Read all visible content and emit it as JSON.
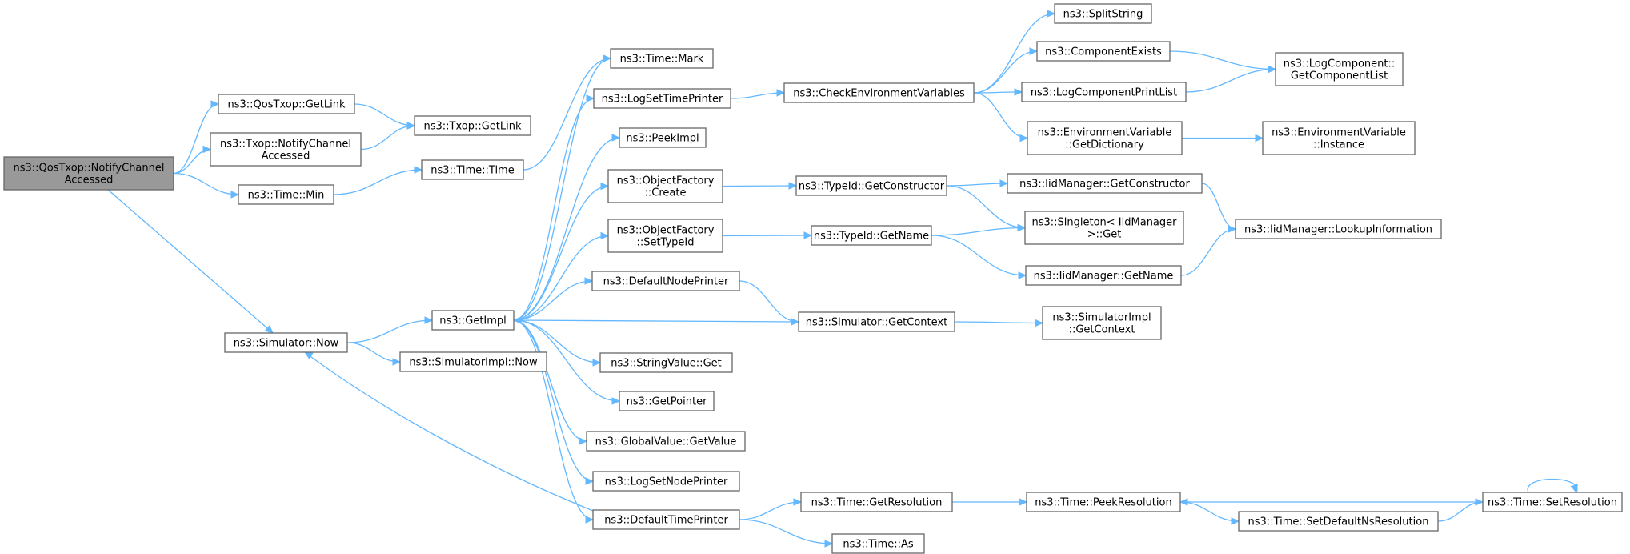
{
  "colors": {
    "edge": "#63b8ff",
    "node_border": "#666666",
    "root_fill": "#999999",
    "node_fill": "#ffffff"
  },
  "nodes": [
    {
      "id": "root",
      "lines": [
        "ns3::QosTxop::NotifyChannel",
        "Accessed"
      ],
      "root": true
    },
    {
      "id": "qos_getlink",
      "lines": [
        "ns3::QosTxop::GetLink"
      ]
    },
    {
      "id": "txop_notify",
      "lines": [
        "ns3::Txop::NotifyChannel",
        "Accessed"
      ]
    },
    {
      "id": "time_min",
      "lines": [
        "ns3::Time::Min"
      ]
    },
    {
      "id": "sim_now",
      "lines": [
        "ns3::Simulator::Now"
      ]
    },
    {
      "id": "txop_getlink",
      "lines": [
        "ns3::Txop::GetLink"
      ]
    },
    {
      "id": "time_time",
      "lines": [
        "ns3::Time::Time"
      ]
    },
    {
      "id": "getimpl",
      "lines": [
        "ns3::GetImpl"
      ]
    },
    {
      "id": "simimpl_now",
      "lines": [
        "ns3::SimulatorImpl::Now"
      ]
    },
    {
      "id": "time_mark",
      "lines": [
        "ns3::Time::Mark"
      ]
    },
    {
      "id": "logsettime",
      "lines": [
        "ns3::LogSetTimePrinter"
      ]
    },
    {
      "id": "peekimpl",
      "lines": [
        "ns3::PeekImpl"
      ]
    },
    {
      "id": "of_create",
      "lines": [
        "ns3::ObjectFactory",
        "::Create"
      ]
    },
    {
      "id": "of_settypeid",
      "lines": [
        "ns3::ObjectFactory",
        "::SetTypeId"
      ]
    },
    {
      "id": "defnodeprinter",
      "lines": [
        "ns3::DefaultNodePrinter"
      ]
    },
    {
      "id": "stringvalue_get",
      "lines": [
        "ns3::StringValue::Get"
      ]
    },
    {
      "id": "getpointer",
      "lines": [
        "ns3::GetPointer"
      ]
    },
    {
      "id": "gv_getvalue",
      "lines": [
        "ns3::GlobalValue::GetValue"
      ]
    },
    {
      "id": "logsetnode",
      "lines": [
        "ns3::LogSetNodePrinter"
      ]
    },
    {
      "id": "deftimeprinter",
      "lines": [
        "ns3::DefaultTimePrinter"
      ]
    },
    {
      "id": "checkenv",
      "lines": [
        "ns3::CheckEnvironmentVariables"
      ]
    },
    {
      "id": "typeid_getctor",
      "lines": [
        "ns3::TypeId::GetConstructor"
      ]
    },
    {
      "id": "typeid_getname",
      "lines": [
        "ns3::TypeId::GetName"
      ]
    },
    {
      "id": "sim_getcontext",
      "lines": [
        "ns3::Simulator::GetContext"
      ]
    },
    {
      "id": "time_getres",
      "lines": [
        "ns3::Time::GetResolution"
      ]
    },
    {
      "id": "time_as",
      "lines": [
        "ns3::Time::As"
      ]
    },
    {
      "id": "splitstring",
      "lines": [
        "ns3::SplitString"
      ]
    },
    {
      "id": "compexists",
      "lines": [
        "ns3::ComponentExists"
      ]
    },
    {
      "id": "logcompprint",
      "lines": [
        "ns3::LogComponentPrintList"
      ]
    },
    {
      "id": "envvar_getdict",
      "lines": [
        "ns3::EnvironmentVariable",
        "::GetDictionary"
      ]
    },
    {
      "id": "iid_getctor",
      "lines": [
        "ns3::IidManager::GetConstructor"
      ]
    },
    {
      "id": "singleton_get",
      "lines": [
        "ns3::Singleton< IidManager",
        ">::Get"
      ]
    },
    {
      "id": "iid_getname",
      "lines": [
        "ns3::IidManager::GetName"
      ]
    },
    {
      "id": "simimpl_getctx",
      "lines": [
        "ns3::SimulatorImpl",
        "::GetContext"
      ]
    },
    {
      "id": "time_peekres",
      "lines": [
        "ns3::Time::PeekResolution"
      ]
    },
    {
      "id": "time_setdefns",
      "lines": [
        "ns3::Time::SetDefaultNsResolution"
      ]
    },
    {
      "id": "logcomp_getlist",
      "lines": [
        "ns3::LogComponent::",
        "GetComponentList"
      ]
    },
    {
      "id": "envvar_instance",
      "lines": [
        "ns3::EnvironmentVariable",
        "::Instance"
      ]
    },
    {
      "id": "iid_lookup",
      "lines": [
        "ns3::IidManager::LookupInformation"
      ]
    },
    {
      "id": "time_setres",
      "lines": [
        "ns3::Time::SetResolution"
      ]
    }
  ],
  "edges": [
    [
      "root",
      "qos_getlink"
    ],
    [
      "root",
      "txop_notify"
    ],
    [
      "root",
      "time_min"
    ],
    [
      "root",
      "sim_now"
    ],
    [
      "qos_getlink",
      "txop_getlink"
    ],
    [
      "txop_notify",
      "txop_getlink"
    ],
    [
      "time_min",
      "time_time"
    ],
    [
      "time_time",
      "time_mark"
    ],
    [
      "sim_now",
      "getimpl"
    ],
    [
      "sim_now",
      "simimpl_now"
    ],
    [
      "getimpl",
      "time_mark"
    ],
    [
      "getimpl",
      "logsettime"
    ],
    [
      "getimpl",
      "peekimpl"
    ],
    [
      "getimpl",
      "of_create"
    ],
    [
      "getimpl",
      "of_settypeid"
    ],
    [
      "getimpl",
      "defnodeprinter"
    ],
    [
      "getimpl",
      "stringvalue_get"
    ],
    [
      "getimpl",
      "getpointer"
    ],
    [
      "getimpl",
      "gv_getvalue"
    ],
    [
      "getimpl",
      "logsetnode"
    ],
    [
      "getimpl",
      "deftimeprinter"
    ],
    [
      "logsettime",
      "checkenv"
    ],
    [
      "checkenv",
      "splitstring"
    ],
    [
      "checkenv",
      "compexists"
    ],
    [
      "checkenv",
      "logcompprint"
    ],
    [
      "checkenv",
      "envvar_getdict"
    ],
    [
      "compexists",
      "logcomp_getlist"
    ],
    [
      "logcompprint",
      "logcomp_getlist"
    ],
    [
      "envvar_getdict",
      "envvar_instance"
    ],
    [
      "of_create",
      "typeid_getctor"
    ],
    [
      "typeid_getctor",
      "iid_getctor"
    ],
    [
      "typeid_getctor",
      "singleton_get"
    ],
    [
      "iid_getctor",
      "iid_lookup"
    ],
    [
      "of_settypeid",
      "typeid_getname"
    ],
    [
      "typeid_getname",
      "singleton_get"
    ],
    [
      "typeid_getname",
      "iid_getname"
    ],
    [
      "iid_getname",
      "iid_lookup"
    ],
    [
      "defnodeprinter",
      "sim_getcontext"
    ],
    [
      "sim_getcontext",
      "getimpl"
    ],
    [
      "sim_getcontext",
      "simimpl_getctx"
    ],
    [
      "deftimeprinter",
      "sim_now"
    ],
    [
      "deftimeprinter",
      "time_getres"
    ],
    [
      "deftimeprinter",
      "time_as"
    ],
    [
      "time_getres",
      "time_peekres"
    ],
    [
      "time_peekres",
      "time_setdefns"
    ],
    [
      "time_setdefns",
      "time_setres"
    ],
    [
      "time_setres",
      "time_peekres"
    ],
    [
      "time_setres",
      "time_setres"
    ]
  ]
}
